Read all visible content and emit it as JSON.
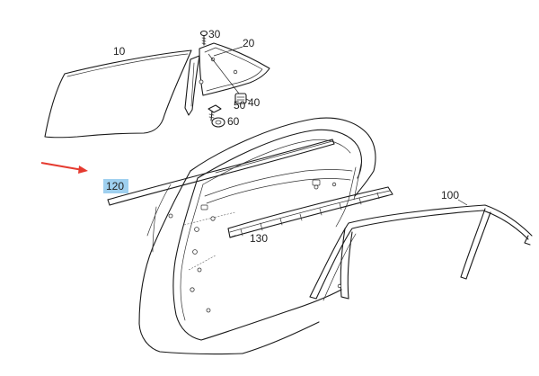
{
  "callouts": {
    "p10": "10",
    "p20": "20",
    "p30": "30",
    "p40": "40",
    "p50": "50",
    "p60": "60",
    "p100": "100",
    "p120": "120",
    "p130": "130"
  },
  "colors": {
    "highlight": "#9fd0ef",
    "arrow": "#e53a2f",
    "line": "#1a1a1a"
  }
}
